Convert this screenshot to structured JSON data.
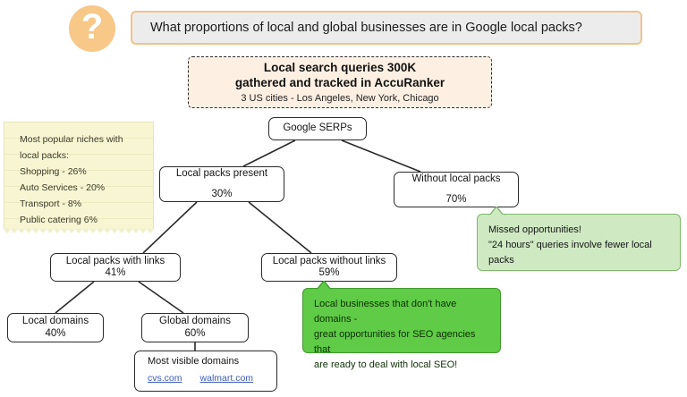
{
  "header": {
    "icon": "question-mark-icon",
    "question": "What proportions of local and global businesses are in Google local packs?"
  },
  "summary": {
    "line1": "Local search queries 300K",
    "line2": "gathered and tracked in AccuRanker",
    "line3": "3 US cities - Los Angeles, New York, Chicago"
  },
  "note": {
    "lines": [
      "Most popular niches with",
      "local packs:",
      "Shopping - 26%",
      "Auto Services - 20%",
      "Transport - 8%",
      "Public catering 6%"
    ]
  },
  "nodes": {
    "serps": {
      "label": "Google SERPs",
      "value": ""
    },
    "present": {
      "label": "Local packs present",
      "value": "30%"
    },
    "without": {
      "label": "Without local packs",
      "value": "70%"
    },
    "with_links": {
      "label": "Local packs with links",
      "value": "41%"
    },
    "without_links": {
      "label": "Local packs without links",
      "value": "59%"
    },
    "local_domains": {
      "label": "Local domains",
      "value": "40%"
    },
    "global_domains": {
      "label": "Global domains",
      "value": "60%"
    },
    "most_visible": {
      "title": "Most visible domains",
      "links": [
        "cvs.com",
        "walmart.com"
      ]
    }
  },
  "callouts": {
    "missed": {
      "lines": [
        "Missed opportunities!",
        "\"24 hours\" queries involve fewer local",
        "packs"
      ]
    },
    "no_domains": {
      "lines": [
        "Local businesses that don't have",
        "domains -",
        "great opportunities for SEO agencies that",
        "are ready to deal with local SEO!"
      ]
    }
  },
  "colors": {
    "accent_orange": "#f7c888",
    "banner_bg": "#ececec",
    "summary_bg": "#fdf0e3",
    "note_bg": "#f8f6d2",
    "callout_light_green": "#cfeac3",
    "callout_green": "#5fcb46",
    "link_blue": "#3b5bbd"
  }
}
